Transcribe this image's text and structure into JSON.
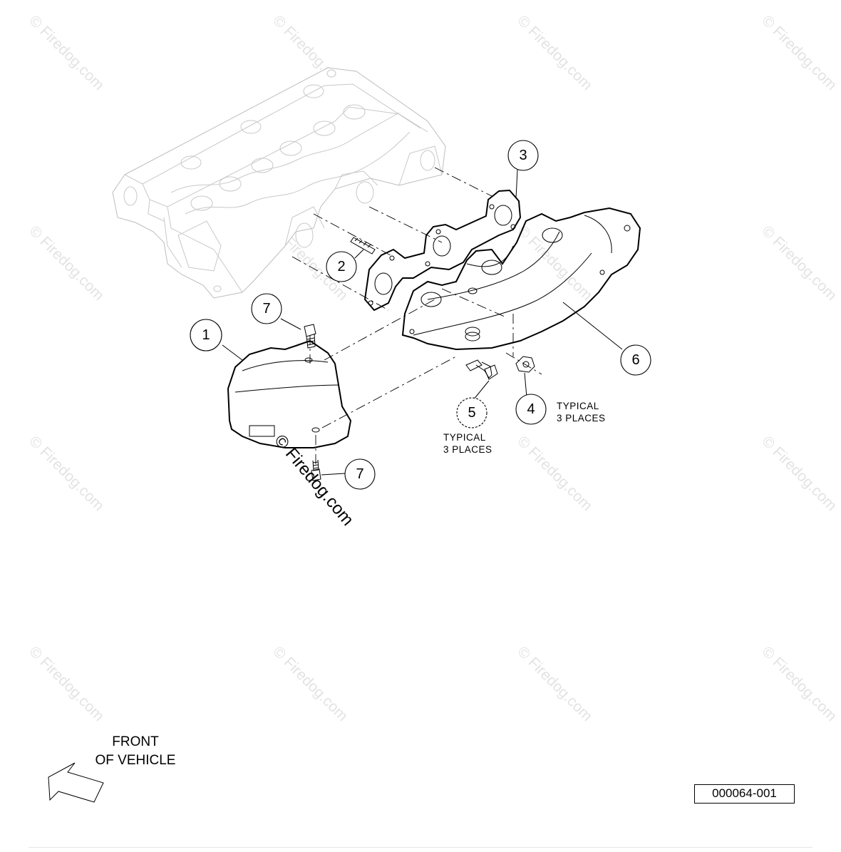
{
  "watermark": {
    "text": "© Firedog.com",
    "prominent_text": "© Firedog.com"
  },
  "callouts": {
    "c1": "1",
    "c2": "2",
    "c3": "3",
    "c4": "4",
    "c5": "5",
    "c6": "6",
    "c7_top": "7",
    "c7_bottom": "7"
  },
  "notes": {
    "typical_5_line1": "TYPICAL",
    "typical_5_line2": "3 PLACES",
    "typical_4_line1": "TYPICAL",
    "typical_4_line2": "3 PLACES"
  },
  "front_label": {
    "line1": "FRONT",
    "line2": "OF VEHICLE"
  },
  "figure_number": "000064-001",
  "colors": {
    "line": "#000000",
    "faint_line": "#c8c8c8",
    "watermark": "#e3e3e3",
    "background": "#ffffff"
  }
}
